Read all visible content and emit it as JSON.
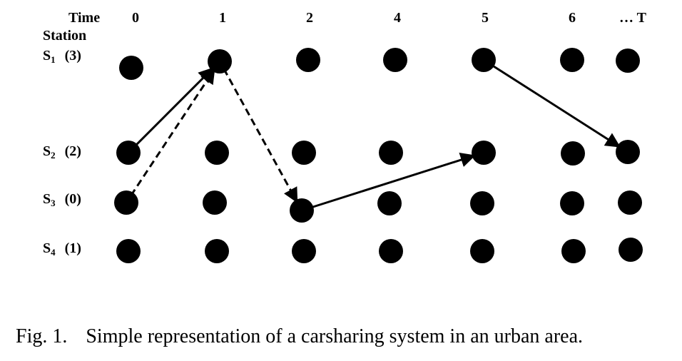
{
  "header": {
    "time_label": "Time",
    "station_label": "Station"
  },
  "time_ticks": [
    "0",
    "1",
    "2",
    "4",
    "5",
    "6",
    "… T"
  ],
  "stations": [
    {
      "letter": "S",
      "sub": "1",
      "count": "(3)"
    },
    {
      "letter": "S",
      "sub": "2",
      "count": "(2)"
    },
    {
      "letter": "S",
      "sub": "3",
      "count": "(0)"
    },
    {
      "letter": "S",
      "sub": "4",
      "count": "(1)"
    }
  ],
  "trips": [
    {
      "from": {
        "station": 2,
        "tick": 0
      },
      "to": {
        "station": 1,
        "tick": 1
      },
      "style": "solid"
    },
    {
      "from": {
        "station": 3,
        "tick": 0
      },
      "to": {
        "station": 1,
        "tick": 1
      },
      "style": "dashed"
    },
    {
      "from": {
        "station": 1,
        "tick": 1
      },
      "to": {
        "station": 3,
        "tick": 2
      },
      "style": "dashed"
    },
    {
      "from": {
        "station": 3,
        "tick": 2
      },
      "to": {
        "station": 2,
        "tick": 4
      },
      "style": "solid"
    },
    {
      "from": {
        "station": 1,
        "tick": 4
      },
      "to": {
        "station": 2,
        "tick": 6
      },
      "style": "solid"
    }
  ],
  "caption": {
    "fig_number": "Fig. 1.",
    "text": "Simple representation of a carsharing system in an urban area."
  }
}
